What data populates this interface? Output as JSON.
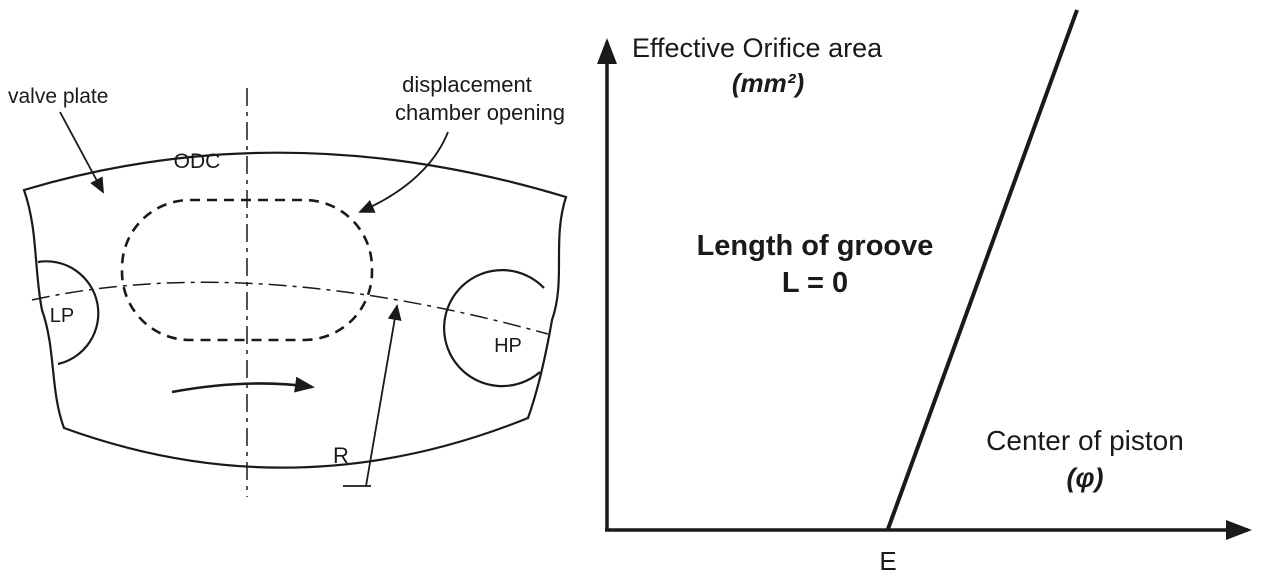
{
  "figure": {
    "left": {
      "valve_plate_label": "valve plate",
      "odc_label": "ODC",
      "displacement_label_line1": "displacement",
      "displacement_label_line2": "chamber opening",
      "lp_label": "LP",
      "hp_label": "HP",
      "radius_label": "R"
    },
    "right": {
      "y_axis_line1": "Effective Orifice area",
      "y_axis_line2": "(mm²)",
      "annotation_line1": "Length of groove",
      "annotation_line2": "L = 0",
      "x_axis_line1": "Center of piston",
      "x_axis_line2": "(φ)",
      "origin_label": "E"
    }
  },
  "chart_data": {
    "type": "line",
    "xlabel": "Center of piston (φ)",
    "ylabel": "Effective Orifice area (mm²)",
    "annotation": "Length of groove L = 0",
    "x_tick_labels": [
      "E"
    ],
    "grid": "off",
    "series": [
      {
        "name": "effective orifice area",
        "description": "zero until piston center reaches E, then increases steeply and linearly with φ"
      }
    ]
  }
}
